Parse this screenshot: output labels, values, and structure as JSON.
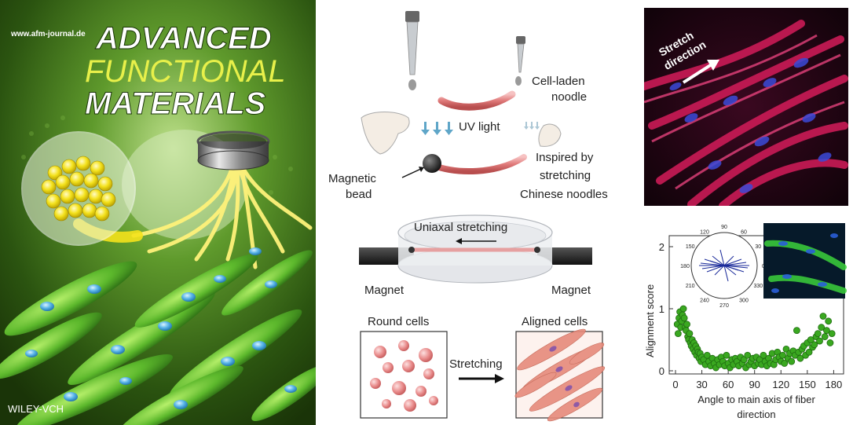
{
  "cover": {
    "url": "www.afm-journal.de",
    "title_line1": "ADVANCED",
    "title_line2": "FUNCTIONAL",
    "title_line3": "MATERIALS",
    "publisher": "WILEY-VCH"
  },
  "workflow": {
    "noodle_label_line1": "Cell-laden",
    "noodle_label_line2": "noodle",
    "uv_label": "UV light",
    "inspired_line1": "Inspired by",
    "inspired_line2": "stretching",
    "inspired_line3": "Chinese noodles",
    "bead_line1": "Magnetic",
    "bead_line2": "bead",
    "stretch_label": "Uniaxal stretching",
    "magnet_left": "Magnet",
    "magnet_right": "Magnet",
    "round_cells": "Round cells",
    "aligned_cells": "Aligned cells",
    "stretching": "Stretching"
  },
  "micro": {
    "stretch_line1": "Stretch",
    "stretch_line2": "direction"
  },
  "chart_data": {
    "type": "scatter",
    "xlabel_line1": "Angle to main axis of fiber",
    "xlabel_line2": "direction",
    "ylabel": "Alignment score",
    "xlim": [
      0,
      185
    ],
    "ylim": [
      0,
      2
    ],
    "xticks": [
      0,
      30,
      60,
      90,
      120,
      150,
      180
    ],
    "yticks": [
      0,
      1,
      2
    ],
    "color": "#3aa820",
    "x": [
      2,
      3,
      4,
      5,
      6,
      7,
      8,
      9,
      10,
      11,
      12,
      13,
      14,
      15,
      16,
      17,
      18,
      19,
      20,
      21,
      22,
      23,
      24,
      25,
      26,
      27,
      28,
      29,
      30,
      32,
      34,
      36,
      38,
      40,
      42,
      44,
      46,
      48,
      50,
      52,
      54,
      56,
      58,
      60,
      62,
      64,
      66,
      68,
      70,
      72,
      74,
      76,
      78,
      80,
      82,
      84,
      86,
      88,
      90,
      92,
      94,
      96,
      98,
      100,
      102,
      104,
      106,
      108,
      110,
      112,
      114,
      116,
      118,
      120,
      122,
      124,
      126,
      128,
      130,
      132,
      134,
      136,
      138,
      140,
      142,
      144,
      146,
      148,
      150,
      152,
      154,
      156,
      158,
      160,
      162,
      164,
      166,
      168,
      170,
      172,
      174,
      176,
      178
    ],
    "y": [
      0.75,
      0.6,
      0.85,
      0.95,
      0.7,
      0.8,
      0.9,
      1.0,
      0.85,
      0.7,
      0.65,
      0.75,
      0.55,
      0.5,
      0.6,
      0.45,
      0.4,
      0.5,
      0.35,
      0.45,
      0.3,
      0.4,
      0.25,
      0.35,
      0.3,
      0.2,
      0.28,
      0.15,
      0.22,
      0.18,
      0.1,
      0.25,
      0.15,
      0.08,
      0.2,
      0.12,
      0.05,
      0.18,
      0.1,
      0.22,
      0.15,
      0.08,
      0.25,
      0.12,
      0.05,
      0.18,
      0.1,
      0.2,
      0.15,
      0.08,
      0.22,
      0.12,
      0.18,
      0.05,
      0.25,
      0.1,
      0.15,
      0.2,
      0.08,
      0.22,
      0.12,
      0.18,
      0.1,
      0.25,
      0.15,
      0.08,
      0.2,
      0.12,
      0.28,
      0.1,
      0.18,
      0.3,
      0.22,
      0.15,
      0.25,
      0.12,
      0.35,
      0.2,
      0.28,
      0.15,
      0.32,
      0.25,
      0.65,
      0.3,
      0.2,
      0.35,
      0.4,
      0.25,
      0.45,
      0.3,
      0.5,
      0.38,
      0.42,
      0.55,
      0.6,
      0.48,
      0.7,
      0.88,
      0.55,
      0.65,
      0.8,
      0.45,
      0.6
    ]
  },
  "inset_chart": {
    "type": "polar",
    "angle_labels": [
      "90",
      "60",
      "30",
      "0",
      "330",
      "300",
      "270",
      "240",
      "210",
      "180",
      "150",
      "120"
    ]
  }
}
